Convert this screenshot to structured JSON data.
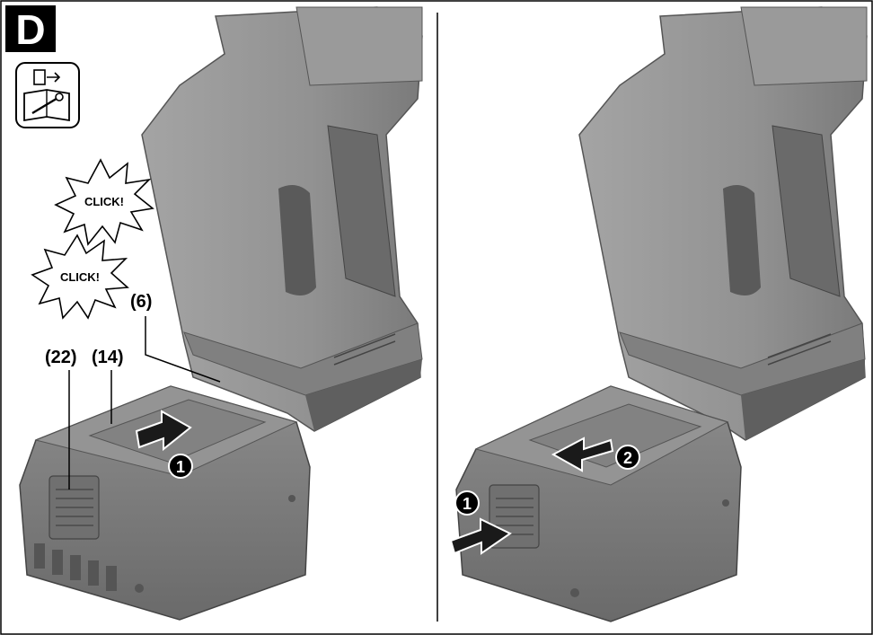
{
  "figure": {
    "letter": "D",
    "left_panel": {
      "callouts": [
        "(6)",
        "(22)",
        "(14)"
      ],
      "click_labels": [
        "CLICK!",
        "CLICK!"
      ],
      "step_badges": [
        "1"
      ]
    },
    "right_panel": {
      "step_badges": [
        "1",
        "2"
      ]
    },
    "icon_names": [
      "manual-tool-icon"
    ],
    "colors": {
      "tool_body": "#8f8f8f",
      "tool_dark": "#5a5a5a",
      "battery": "#7a7a7a",
      "arrow": "#1a1a1a",
      "badge": "#000000"
    }
  }
}
